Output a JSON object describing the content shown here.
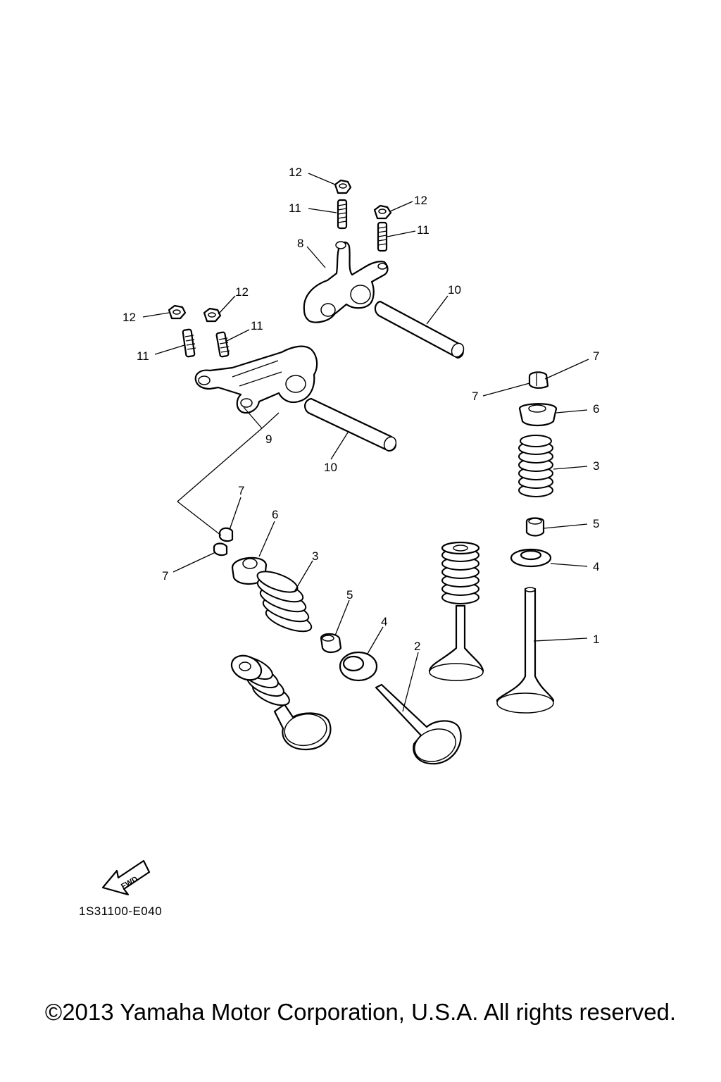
{
  "diagram": {
    "callouts": [
      {
        "id": "12a",
        "text": "12"
      },
      {
        "id": "11a",
        "text": "11"
      },
      {
        "id": "12b",
        "text": "12"
      },
      {
        "id": "11b",
        "text": "11"
      },
      {
        "id": "8",
        "text": "8"
      },
      {
        "id": "10a",
        "text": "10"
      },
      {
        "id": "12c",
        "text": "12"
      },
      {
        "id": "12d",
        "text": "12"
      },
      {
        "id": "11c",
        "text": "11"
      },
      {
        "id": "11d",
        "text": "11"
      },
      {
        "id": "9",
        "text": "9"
      },
      {
        "id": "10b",
        "text": "10"
      },
      {
        "id": "7a",
        "text": "7"
      },
      {
        "id": "7b",
        "text": "7"
      },
      {
        "id": "6a",
        "text": "6"
      },
      {
        "id": "3a",
        "text": "3"
      },
      {
        "id": "5a",
        "text": "5"
      },
      {
        "id": "4a",
        "text": "4"
      },
      {
        "id": "7c",
        "text": "7"
      },
      {
        "id": "6b",
        "text": "6"
      },
      {
        "id": "7d",
        "text": "7"
      },
      {
        "id": "3b",
        "text": "3"
      },
      {
        "id": "5b",
        "text": "5"
      },
      {
        "id": "4b",
        "text": "4"
      },
      {
        "id": "2",
        "text": "2"
      },
      {
        "id": "1",
        "text": "1"
      }
    ],
    "fwd_label": "FWD",
    "part_code": "1S31100-E040"
  },
  "footer": {
    "copyright": "©2013 Yamaha Motor Corporation, U.S.A. All rights reserved."
  }
}
